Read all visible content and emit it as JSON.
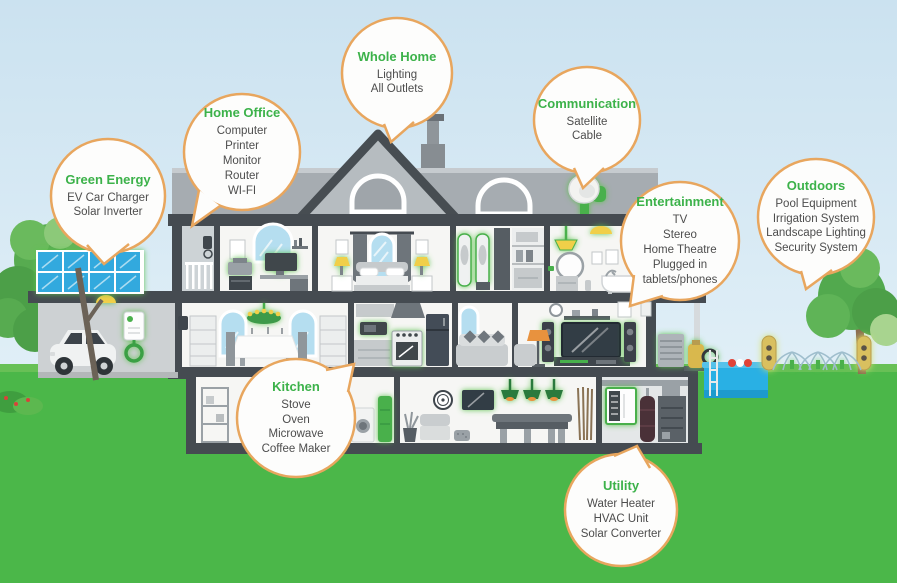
{
  "colors": {
    "bubble_border": "#E8A65E",
    "title_green": "#3CB24A",
    "text_dark": "#4D4D4D",
    "grass_green": "#4BB749",
    "glow_green": "#5BC24E",
    "sky_blue": "#CBE2F0"
  },
  "bubbles": {
    "green_energy": {
      "title": "Green Energy",
      "items": [
        "EV Car Charger",
        "Solar Inverter"
      ]
    },
    "home_office": {
      "title": "Home Office",
      "items": [
        "Computer",
        "Printer",
        "Monitor",
        "Router",
        "WI-FI"
      ]
    },
    "whole_home": {
      "title": "Whole Home",
      "items": [
        "Lighting",
        "All Outlets"
      ]
    },
    "communication": {
      "title": "Communication",
      "items": [
        "Satellite",
        "Cable"
      ]
    },
    "entertainment": {
      "title": "Entertainment",
      "items": [
        "TV",
        "Stereo",
        "Home Theatre",
        "Plugged in tablets/phones"
      ]
    },
    "outdoors": {
      "title": "Outdoors",
      "items": [
        "Pool Equipment",
        "Irrigation System",
        "Landscape Lighting",
        "Security System"
      ]
    },
    "kitchen": {
      "title": "Kitchen",
      "items": [
        "Stove",
        "Oven",
        "Microwave",
        "Coffee Maker"
      ]
    },
    "utility": {
      "title": "Utility",
      "items": [
        "Water Heater",
        "HVAC Unit",
        "Solar Converter"
      ]
    }
  }
}
